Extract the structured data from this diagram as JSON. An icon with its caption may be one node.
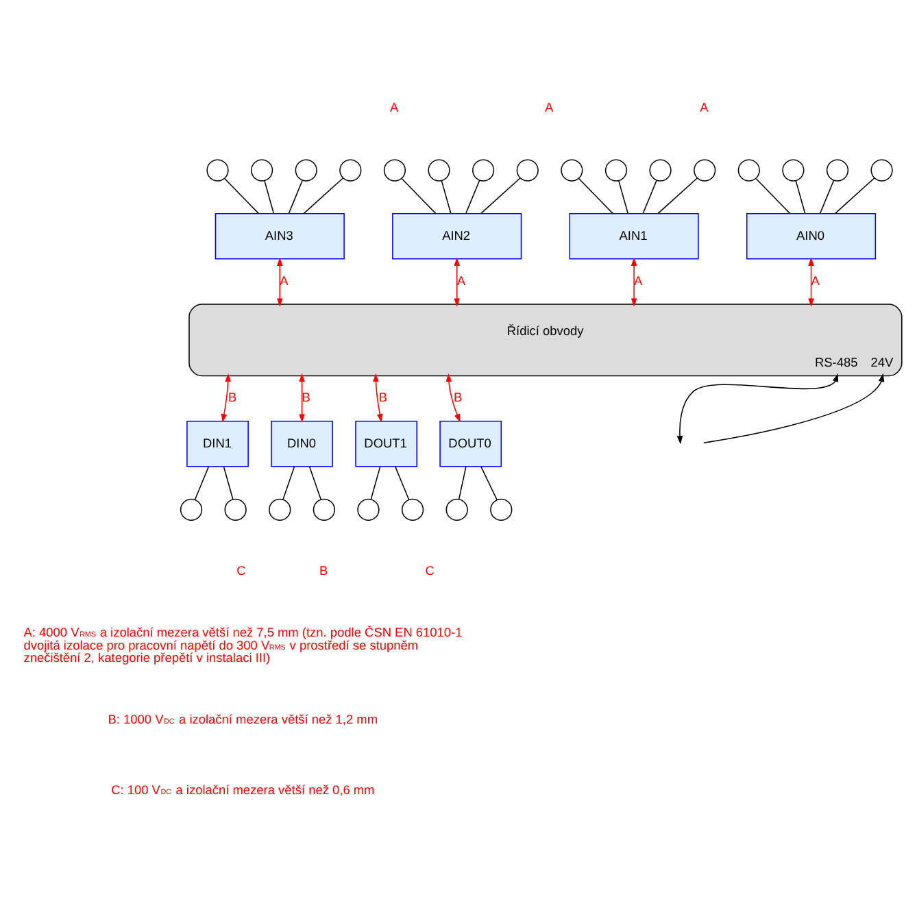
{
  "diagram": {
    "nodes": [
      {
        "text": [],
        "shape": "circle"
      },
      {
        "text": [],
        "shape": "circle"
      },
      {
        "text": [],
        "shape": "circle"
      },
      {
        "text": [],
        "shape": "circle"
      },
      {
        "text": [],
        "shape": "circle"
      },
      {
        "text": [],
        "shape": "circle"
      },
      {
        "text": [],
        "shape": "circle"
      },
      {
        "text": [],
        "shape": "circle"
      },
      {
        "text": [],
        "shape": "circle"
      },
      {
        "text": [],
        "shape": "circle"
      },
      {
        "text": [],
        "shape": "circle"
      },
      {
        "text": [],
        "shape": "circle"
      },
      {
        "text": [],
        "shape": "circle"
      },
      {
        "text": [],
        "shape": "circle"
      },
      {
        "text": [],
        "shape": "circle"
      },
      {
        "text": [],
        "shape": "circle"
      },
      {
        "text": [
          "AIN3"
        ]
      },
      {
        "text": [
          "AIN2"
        ]
      },
      {
        "text": [
          "AIN1"
        ]
      },
      {
        "text": [
          "AIN0"
        ]
      },
      {
        "text": [
          "Řídicí obvody",
          "RS-485",
          "24V"
        ]
      },
      {
        "text": [
          "DIN1"
        ]
      },
      {
        "text": [
          "DIN0"
        ]
      },
      {
        "text": [
          "DOUT1"
        ]
      },
      {
        "text": [
          "DOUT0"
        ]
      },
      {
        "text": [],
        "shape": "circle"
      },
      {
        "text": [],
        "shape": "circle"
      },
      {
        "text": [],
        "shape": "circle"
      },
      {
        "text": [],
        "shape": "circle"
      },
      {
        "text": [],
        "shape": "circle"
      },
      {
        "text": [],
        "shape": "circle"
      },
      {
        "text": [],
        "shape": "circle"
      },
      {
        "text": [],
        "shape": "circle"
      }
    ],
    "edges": [
      {
        "from": 0,
        "to": 16,
        "arrow": "none"
      },
      {
        "from": 1,
        "to": 16,
        "arrow": "none"
      },
      {
        "from": 2,
        "to": 16,
        "arrow": "none"
      },
      {
        "from": 3,
        "to": 16,
        "arrow": "none"
      },
      {
        "from": 4,
        "to": 17,
        "arrow": "none"
      },
      {
        "from": 5,
        "to": 17,
        "arrow": "none"
      },
      {
        "from": 6,
        "to": 17,
        "arrow": "none"
      },
      {
        "from": 7,
        "to": 17,
        "arrow": "none"
      },
      {
        "from": 8,
        "to": 18,
        "arrow": "none"
      },
      {
        "from": 9,
        "to": 18,
        "arrow": "none"
      },
      {
        "from": 10,
        "to": 18,
        "arrow": "none"
      },
      {
        "from": 11,
        "to": 18,
        "arrow": "none"
      },
      {
        "from": 12,
        "to": 19,
        "arrow": "none"
      },
      {
        "from": 13,
        "to": 19,
        "arrow": "none"
      },
      {
        "from": 14,
        "to": 19,
        "arrow": "none"
      },
      {
        "from": 15,
        "to": 19,
        "arrow": "none"
      },
      {
        "from": 16,
        "to": 20,
        "arrow": "both",
        "label": "A",
        "color": "#ff0000"
      },
      {
        "from": 17,
        "to": 20,
        "arrow": "both",
        "label": "A",
        "color": "#ff0000"
      },
      {
        "from": 18,
        "to": 20,
        "arrow": "both",
        "label": "A",
        "color": "#ff0000"
      },
      {
        "from": 19,
        "to": 20,
        "arrow": "both",
        "label": "A",
        "color": "#ff0000"
      },
      {
        "from": 20,
        "to": 21,
        "arrow": "both",
        "label": "B",
        "color": "#ff0000"
      },
      {
        "from": 20,
        "to": 22,
        "arrow": "both",
        "label": "B",
        "color": "#ff0000"
      },
      {
        "from": 20,
        "to": 23,
        "arrow": "both",
        "label": "B",
        "color": "#ff0000"
      },
      {
        "from": 20,
        "to": 24,
        "arrow": "both",
        "label": "B",
        "color": "#ff0000"
      },
      {
        "from": 20,
        "to": null,
        "arrow": "both"
      },
      {
        "from": null,
        "to": 20,
        "arrow": "to"
      },
      {
        "from": 21,
        "to": 25,
        "arrow": "none"
      },
      {
        "from": 21,
        "to": 26,
        "arrow": "none"
      },
      {
        "from": 22,
        "to": 27,
        "arrow": "none"
      },
      {
        "from": 22,
        "to": 28,
        "arrow": "none"
      },
      {
        "from": 23,
        "to": 29,
        "arrow": "none"
      },
      {
        "from": 23,
        "to": 30,
        "arrow": "none"
      },
      {
        "from": 24,
        "to": 31,
        "arrow": "none"
      },
      {
        "from": 24,
        "to": 32,
        "arrow": "none"
      }
    ],
    "labels": [
      "A",
      "A",
      "A",
      "C",
      "B",
      "C",
      "A: 4000 V$_{RMS}$ a izolační mezera větší než 7,5 mm (tzn. podle ČSN EN 61010-1 dvojitá izolace pro pracovní napětí do 300 V$_{RMS}$ v prostředí se stupněm znečištění 2, kategorie přepětí v instalaci III)",
      "B: 1000 V$_{DC}$ a izolační mezera větší než 1,2 mm",
      "C: 100 V$_{DC}$ a izolační mezera větší než 0,6 mm"
    ]
  }
}
